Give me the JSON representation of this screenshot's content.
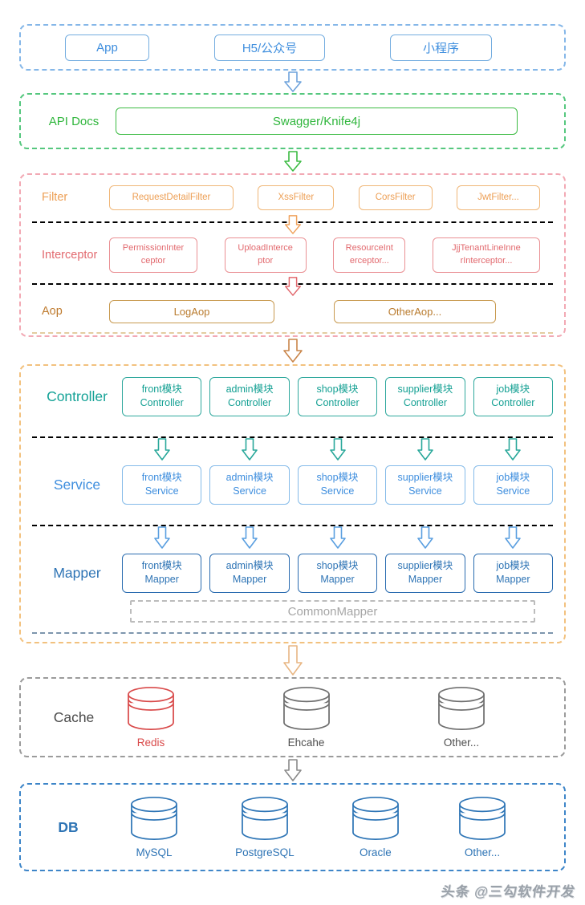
{
  "colors": {
    "client_blue": "#3e8ede",
    "api_green": "#2fb63c",
    "filter_orange": "#ed9f55",
    "interceptor_red": "#e2696e",
    "aop_brown": "#bf7b2f",
    "section3_border_pink": "#f2a9b4",
    "section4_border_orange": "#f2c17e",
    "controller_teal": "#14a296",
    "service_blue": "#3e8ede",
    "mapper_blue": "#2e74b5",
    "common_mapper_gray": "#a6a6a6",
    "cache_gray": "#4a4a4a",
    "redis_red": "#d94a4a",
    "db_blue": "#2e74b5"
  },
  "clients": {
    "items": [
      "App",
      "H5/公众号",
      "小程序"
    ]
  },
  "api_docs": {
    "label": "API Docs",
    "product": "Swagger/Knife4j"
  },
  "web_layer": {
    "filter": {
      "label": "Filter",
      "items": [
        "RequestDetailFilter",
        "XssFilter",
        "CorsFilter",
        "JwtFilter..."
      ]
    },
    "interceptor": {
      "label": "Interceptor",
      "items": [
        {
          "line1": "PermissionInter",
          "line2": "ceptor"
        },
        {
          "line1": "UploadInterce",
          "line2": "ptor"
        },
        {
          "line1": "ResourceInt",
          "line2": "erceptor..."
        },
        {
          "line1": "JjjTenantLineInne",
          "line2": "rInterceptor..."
        }
      ]
    },
    "aop": {
      "label": "Aop",
      "items": [
        "LogAop",
        "OtherAop..."
      ]
    }
  },
  "mvc_layer": {
    "controller": {
      "label": "Controller",
      "items": [
        {
          "line1": "front模块",
          "line2": "Controller"
        },
        {
          "line1": "admin模块",
          "line2": "Controller"
        },
        {
          "line1": "shop模块",
          "line2": "Controller"
        },
        {
          "line1": "supplier模块",
          "line2": "Controller"
        },
        {
          "line1": "job模块",
          "line2": "Controller"
        }
      ]
    },
    "service": {
      "label": "Service",
      "items": [
        {
          "line1": "front模块",
          "line2": "Service"
        },
        {
          "line1": "admin模块",
          "line2": "Service"
        },
        {
          "line1": "shop模块",
          "line2": "Service"
        },
        {
          "line1": "supplier模块",
          "line2": "Service"
        },
        {
          "line1": "job模块",
          "line2": "Service"
        }
      ]
    },
    "mapper": {
      "label": "Mapper",
      "items": [
        {
          "line1": "front模块",
          "line2": "Mapper"
        },
        {
          "line1": "admin模块",
          "line2": "Mapper"
        },
        {
          "line1": "shop模块",
          "line2": "Mapper"
        },
        {
          "line1": "supplier模块",
          "line2": "Mapper"
        },
        {
          "line1": "job模块",
          "line2": "Mapper"
        }
      ]
    },
    "common_mapper": "CommonMapper"
  },
  "cache": {
    "label": "Cache",
    "items": [
      {
        "name": "Redis"
      },
      {
        "name": "Ehcahe"
      },
      {
        "name": "Other..."
      }
    ]
  },
  "db": {
    "label": "DB",
    "items": [
      {
        "name": "MySQL"
      },
      {
        "name": "PostgreSQL"
      },
      {
        "name": "Oracle"
      },
      {
        "name": "Other..."
      }
    ]
  },
  "watermark": "头条 @三勾软件开发"
}
